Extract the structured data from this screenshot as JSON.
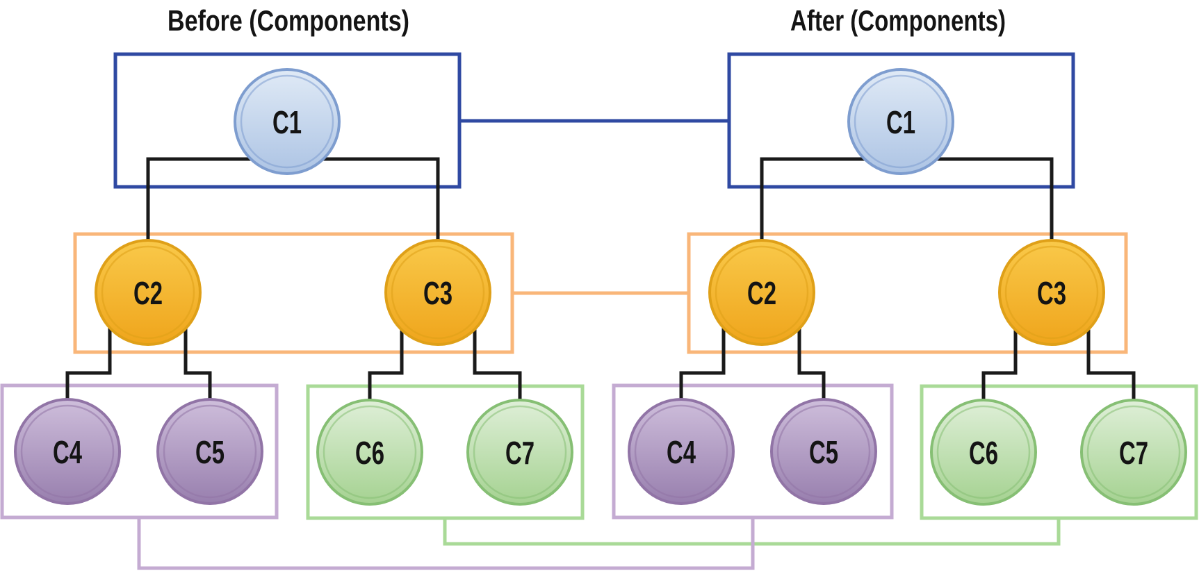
{
  "panels": [
    {
      "title": "Before (Components)",
      "groups": [
        {
          "color_name": "blue",
          "members": [
            "C1"
          ]
        },
        {
          "color_name": "orange",
          "members": [
            "C2",
            "C3"
          ]
        },
        {
          "color_name": "purple",
          "members": [
            "C4",
            "C5"
          ]
        },
        {
          "color_name": "green",
          "members": [
            "C6",
            "C7"
          ]
        }
      ]
    },
    {
      "title": "After (Components)",
      "groups": [
        {
          "color_name": "blue",
          "members": [
            "C1"
          ]
        },
        {
          "color_name": "orange",
          "members": [
            "C2",
            "C3"
          ]
        },
        {
          "color_name": "purple",
          "members": [
            "C4",
            "C5"
          ]
        },
        {
          "color_name": "green",
          "members": [
            "C6",
            "C7"
          ]
        }
      ]
    }
  ],
  "nodes": {
    "c1": "C1",
    "c2": "C2",
    "c3": "C3",
    "c4": "C4",
    "c5": "C5",
    "c6": "C6",
    "c7": "C7"
  },
  "colors": {
    "blue_group": "#2f49a2",
    "orange_group": "#f9b679",
    "purple_group": "#c4abd2",
    "green_group": "#a9da97",
    "black_connector": "#1a1a1a",
    "node_blue_top": "#e0eaf6",
    "node_blue_bottom": "#adc4e4",
    "node_blue_border": "#7e9dcf",
    "node_orange_top": "#f9c94a",
    "node_orange_bottom": "#efa51c",
    "node_orange_border": "#dfa018",
    "node_purple_top": "#cebedb",
    "node_purple_bottom": "#987fae",
    "node_purple_border": "#9174a6",
    "node_green_top": "#dfefd8",
    "node_green_bottom": "#a5d291",
    "node_green_border": "#86bf74",
    "label_text": "#141414"
  }
}
